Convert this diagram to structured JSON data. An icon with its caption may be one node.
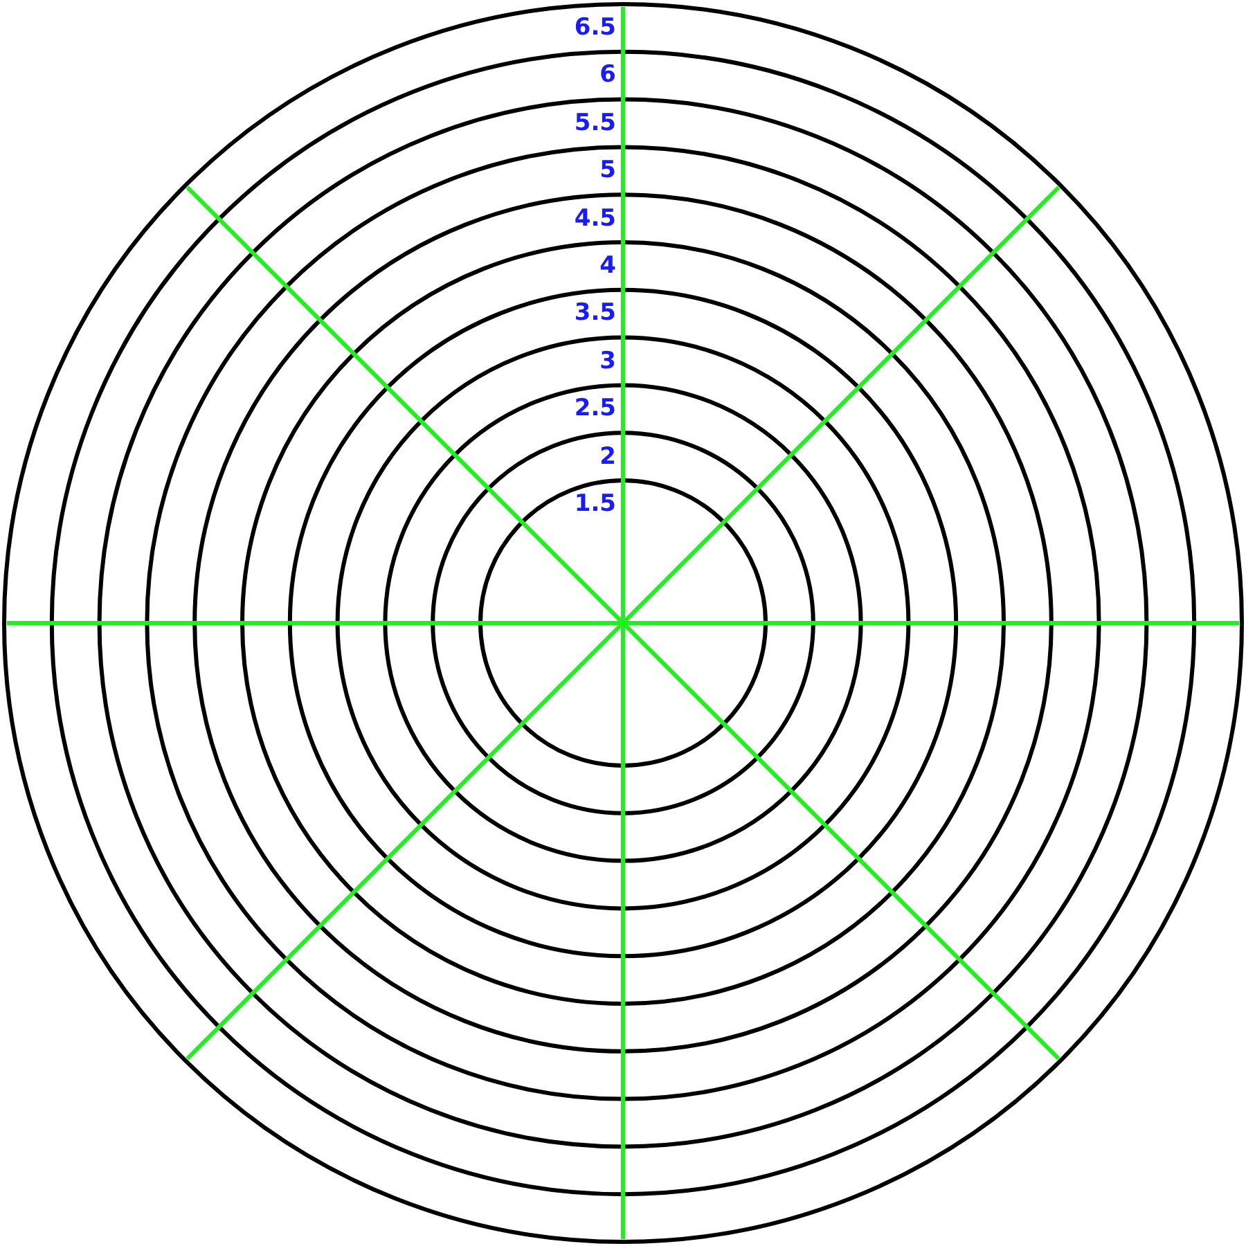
{
  "diagram": {
    "labels": [
      "6.5",
      "6",
      "5.5",
      "5",
      "4.5",
      "4",
      "3.5",
      "3",
      "2.5",
      "2",
      "1.5"
    ]
  }
}
